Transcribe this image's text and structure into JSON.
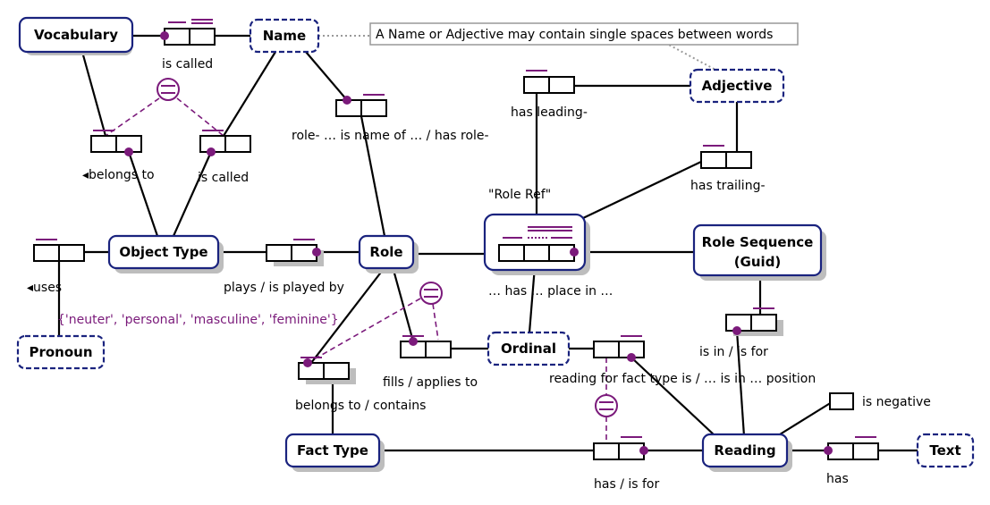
{
  "colors": {
    "entity_border": "#1a237e",
    "value_border": "#1a237e",
    "shadow": "#bdbdbd",
    "constraint": "#7b1a7b",
    "line": "#000000",
    "note_border": "#999999"
  },
  "entities": {
    "vocabulary": "Vocabulary",
    "object_type": "Object Type",
    "role": "Role",
    "role_ref": "\"Role Ref\"",
    "role_sequence_l1": "Role Sequence",
    "role_sequence_l2": "(Guid)",
    "fact_type": "Fact Type",
    "reading": "Reading"
  },
  "value_types": {
    "name": "Name",
    "adjective": "Adjective",
    "pronoun": "Pronoun",
    "ordinal": "Ordinal",
    "text": "Text"
  },
  "note": "A Name or Adjective may contain single spaces between words",
  "value_constraint": "{'neuter', 'personal', 'masculine', 'feminine'}",
  "readings": {
    "vocab_is_called": "is called",
    "belongs_to": "◂belongs to",
    "ot_is_called": "is called",
    "role_name": "role- … is name of … / has role-",
    "has_leading": "has leading-",
    "has_trailing": "has trailing-",
    "uses": "◂uses",
    "plays": "plays / is played by",
    "place_in": "… has … place in …",
    "is_in_is_for": "is in / is for",
    "fills": "fills / applies to",
    "reading_for": "reading for fact type is / … is in … position",
    "belongs_contains": "belongs to / contains",
    "is_negative": "is negative",
    "has_is_for": "has / is for",
    "has": "has"
  }
}
